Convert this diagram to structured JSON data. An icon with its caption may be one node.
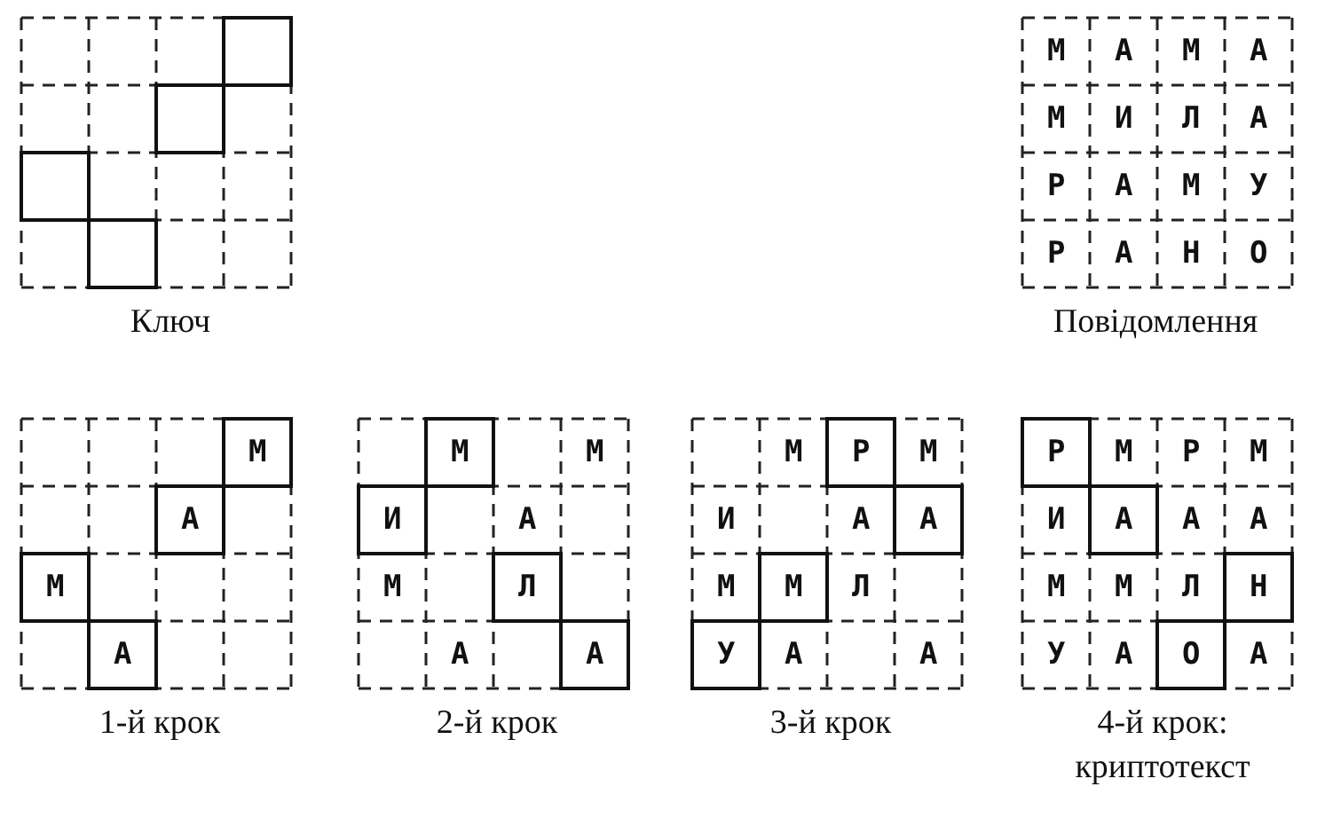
{
  "diagram": {
    "labels": [
      "М",
      "А",
      "М",
      "А",
      "М",
      "И",
      "Л",
      "А",
      "Р",
      "А",
      "М",
      "У",
      "Р",
      "А",
      "Н",
      "О",
      "Ключ",
      "Повідомлення",
      "М",
      "А",
      "М",
      "А",
      "М",
      "М",
      "И",
      "А",
      "М",
      "Л",
      "А",
      "А",
      "М",
      "Р",
      "М",
      "И",
      "А",
      "А",
      "М",
      "М",
      "Л",
      "У",
      "А",
      "А",
      "Р",
      "М",
      "Р",
      "М",
      "И",
      "А",
      "А",
      "А",
      "М",
      "М",
      "Л",
      "Н",
      "У",
      "А",
      "О",
      "А",
      "1-й крок",
      "2-й крок",
      "3-й крок",
      "4-й крок: криптотекст"
    ]
  }
}
